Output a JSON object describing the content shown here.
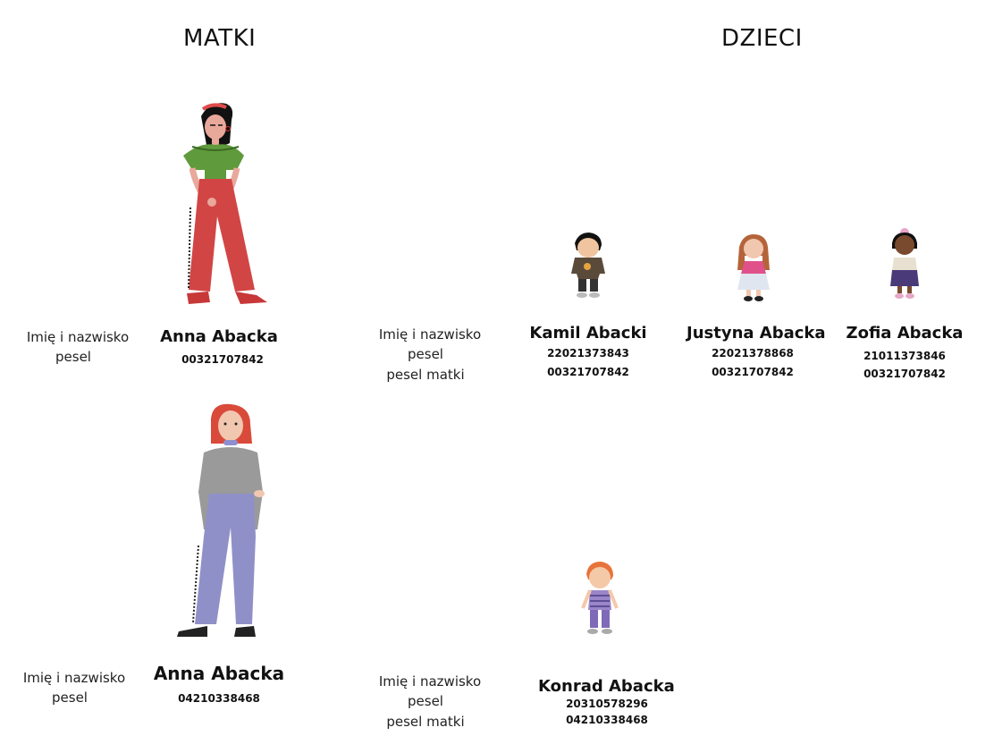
{
  "headers": {
    "mothers": "MATKI",
    "children": "DZIECI"
  },
  "mother_labels": {
    "name": "Imię i nazwisko",
    "pesel": "pesel"
  },
  "child_labels": {
    "name": "Imię i nazwisko",
    "pesel": "pesel",
    "mother_pesel": "pesel matki"
  },
  "mothers": [
    {
      "name": "Anna Abacka",
      "pesel": "00321707842",
      "illustration": "woman-green-top-red-pants"
    },
    {
      "name": "Anna Abacka",
      "pesel": "04210338468",
      "illustration": "woman-red-hair-grey-top"
    }
  ],
  "children_row1": [
    {
      "name": "Kamil Abacki",
      "pesel": "22021373843",
      "mother_pesel": "00321707842",
      "illustration": "boy-dark-hair"
    },
    {
      "name": "Justyna Abacka",
      "pesel": "22021378868",
      "mother_pesel": "00321707842",
      "illustration": "girl-pink-dress"
    },
    {
      "name": "Zofia Abacka",
      "pesel": "21011373846",
      "mother_pesel": "00321707842",
      "illustration": "girl-dark-hair-bow"
    }
  ],
  "children_row2": [
    {
      "name": "Konrad Abacka",
      "pesel": "20310578296",
      "mother_pesel": "04210338468",
      "illustration": "boy-orange-hair"
    }
  ]
}
